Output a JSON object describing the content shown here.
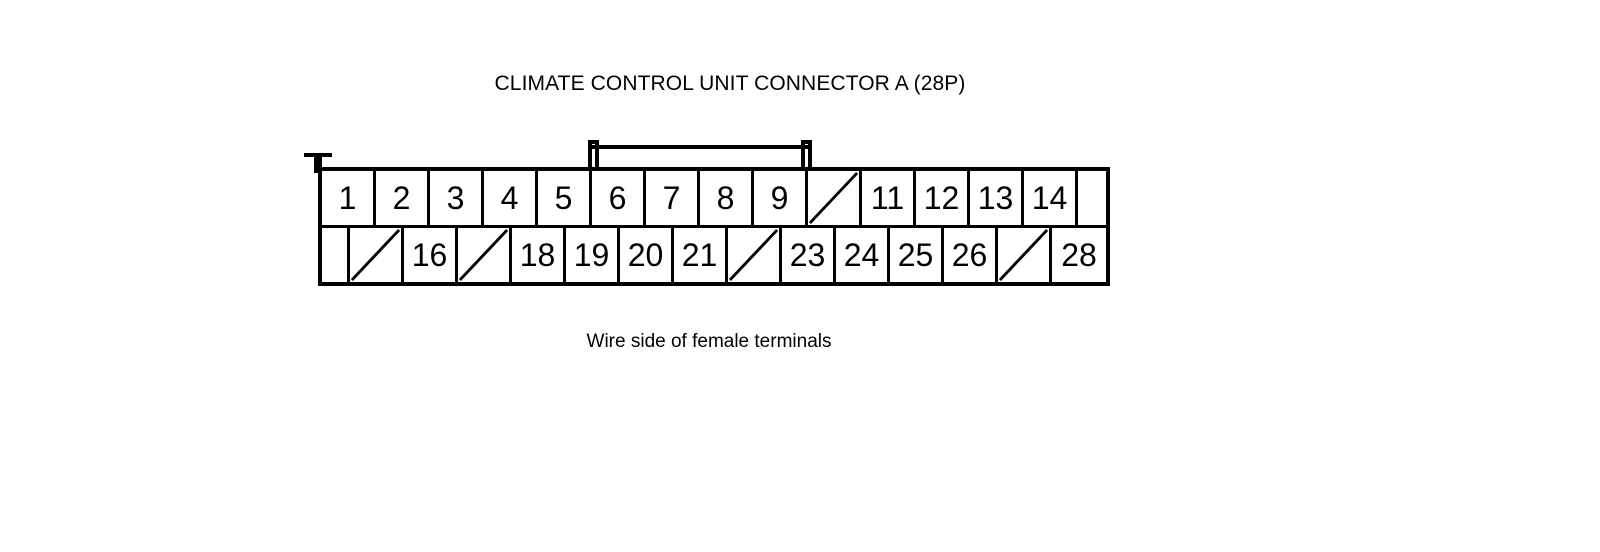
{
  "title": "CLIMATE CONTROL UNIT CONNECTOR A (28P)",
  "caption": "Wire side of female terminals",
  "connector": {
    "name": "CLIMATE CONTROL UNIT CONNECTOR A",
    "pin_count": "28P",
    "colors": {
      "line": "#000000",
      "background": "#ffffff"
    },
    "unused_pins": [
      "10",
      "15",
      "17",
      "22",
      "27"
    ],
    "top_row": [
      {
        "label": "1",
        "unused": false,
        "width": "normal"
      },
      {
        "label": "2",
        "unused": false,
        "width": "normal"
      },
      {
        "label": "3",
        "unused": false,
        "width": "normal"
      },
      {
        "label": "4",
        "unused": false,
        "width": "normal"
      },
      {
        "label": "5",
        "unused": false,
        "width": "normal"
      },
      {
        "label": "6",
        "unused": false,
        "width": "normal"
      },
      {
        "label": "7",
        "unused": false,
        "width": "normal"
      },
      {
        "label": "8",
        "unused": false,
        "width": "normal"
      },
      {
        "label": "9",
        "unused": false,
        "width": "normal"
      },
      {
        "label": "",
        "unused": true,
        "width": "normal"
      },
      {
        "label": "11",
        "unused": false,
        "width": "normal"
      },
      {
        "label": "12",
        "unused": false,
        "width": "normal"
      },
      {
        "label": "13",
        "unused": false,
        "width": "normal"
      },
      {
        "label": "14",
        "unused": false,
        "width": "normal"
      },
      {
        "label": "",
        "unused": false,
        "width": "narrow"
      }
    ],
    "bottom_row": [
      {
        "label": "",
        "unused": false,
        "width": "narrow"
      },
      {
        "label": "",
        "unused": true,
        "width": "normal"
      },
      {
        "label": "16",
        "unused": false,
        "width": "normal"
      },
      {
        "label": "",
        "unused": true,
        "width": "normal"
      },
      {
        "label": "18",
        "unused": false,
        "width": "normal"
      },
      {
        "label": "19",
        "unused": false,
        "width": "normal"
      },
      {
        "label": "20",
        "unused": false,
        "width": "normal"
      },
      {
        "label": "21",
        "unused": false,
        "width": "normal"
      },
      {
        "label": "",
        "unused": true,
        "width": "normal"
      },
      {
        "label": "23",
        "unused": false,
        "width": "normal"
      },
      {
        "label": "24",
        "unused": false,
        "width": "normal"
      },
      {
        "label": "25",
        "unused": false,
        "width": "normal"
      },
      {
        "label": "26",
        "unused": false,
        "width": "normal"
      },
      {
        "label": "",
        "unused": true,
        "width": "normal"
      },
      {
        "label": "28",
        "unused": false,
        "width": "normal"
      }
    ]
  }
}
